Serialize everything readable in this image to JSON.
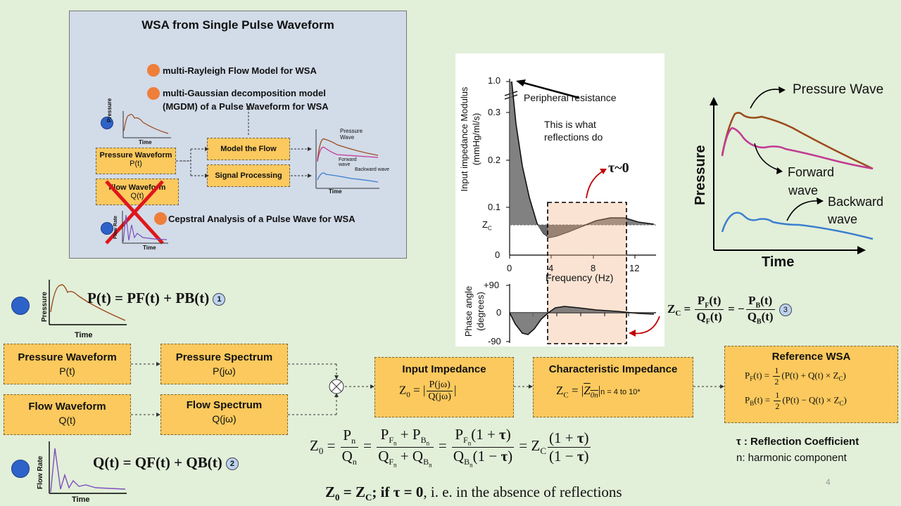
{
  "inset": {
    "title": "WSA from Single Pulse Waveform",
    "bullet1": "multi-Rayleigh Flow Model for WSA",
    "bullet2_line1": "multi-Gaussian decomposition model",
    "bullet2_line2": "(MGDM) of a Pulse Waveform for WSA",
    "bullet3": "Cepstral Analysis of a Pulse Wave for WSA",
    "pressure_box": "Pressure Waveform",
    "pressure_box_sub": "P(t)",
    "flow_box": "Flow Waveform",
    "flow_box_sub": "Q(t)",
    "model_box": "Model the Flow",
    "signal_box": "Signal Processing",
    "mini_pressure_axis": "Pressure",
    "mini_time_axis": "Time",
    "mini_flow_axis": "Flow Rate",
    "wave_pressure": "Pressure Wave",
    "wave_forward": "Forward wave",
    "wave_backward": "Backward wave"
  },
  "impedance_chart": {
    "ylabel_line1": "Input impedance Modulus",
    "ylabel_line2": "(mmHg/ml/s)",
    "yticks": [
      "1.0",
      "0.3",
      "0.2",
      "0.1",
      "Z",
      "0"
    ],
    "zc_sub": "C",
    "xticks": [
      "0",
      "4",
      "8",
      "12"
    ],
    "xlabel": "Frequency (Hz)",
    "annotation_peripheral": "Peripheral resistance",
    "annotation_reflections_line1": "This is what",
    "annotation_reflections_line2": "reflections do",
    "phase_ylabel_line1": "Phase angle",
    "phase_ylabel_line2": "(degrees)",
    "phase_ticks": [
      "+90",
      "0",
      "-90"
    ],
    "tau_label": "τ~0",
    "accent_color": "#c00000"
  },
  "wave_chart": {
    "ylabel": "Pressure",
    "xlabel": "Time",
    "pressure_wave": "Pressure Wave",
    "forward_line1": "Forward",
    "forward_line2": "wave",
    "backward_line1": "Backward",
    "backward_line2": "wave",
    "colors": {
      "pressure": "#9c4b1c",
      "forward": "#c13b93",
      "backward": "#3b7fce"
    }
  },
  "equations": {
    "pt": "P(t) = PF(t) + PB(t)",
    "pt_num": "1",
    "qt": "Q(t) = QF(t) + QB(t)",
    "qt_num": "2",
    "zc_num": "3",
    "z0_condition_bold": "Z",
    "z0_condition_rest": ", i. e. in the absence of reflections",
    "mini_pressure_axis": "Pressure",
    "mini_flow_axis": "Flow Rate",
    "mini_time_axis": "Time"
  },
  "flow": {
    "pressure_waveform": "Pressure Waveform",
    "pressure_waveform_sub": "P(t)",
    "pressure_spectrum": "Pressure Spectrum",
    "pressure_spectrum_sub": "P(jω)",
    "flow_waveform": "Flow Waveform",
    "flow_waveform_sub": "Q(t)",
    "flow_spectrum": "Flow Spectrum",
    "flow_spectrum_sub": "Q(jω)",
    "input_impedance": "Input Impedance",
    "characteristic_impedance": "Characteristic Impedance",
    "n_range": "n = 4 to 10*",
    "reference_wsa": "Reference WSA",
    "half": "1",
    "two": "2"
  },
  "legend": {
    "tau_def": "τ : Reflection Coefficient",
    "n_def": "n: harmonic component"
  },
  "page_number": "4"
}
